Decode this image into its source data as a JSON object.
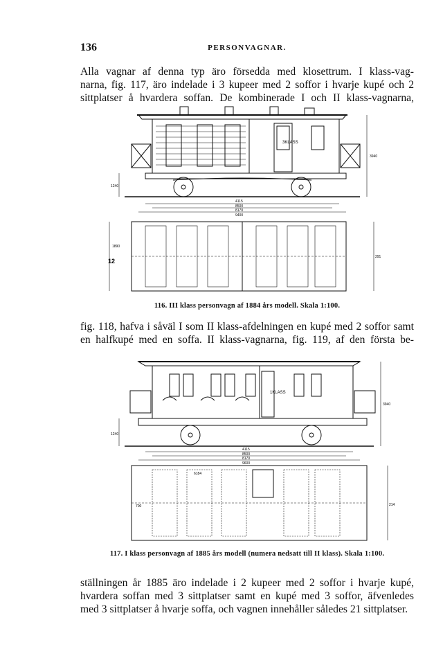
{
  "header": {
    "page_number": "136",
    "running_title": "PERSONVAGNAR."
  },
  "paragraph1": [
    "Alla vagnar af denna typ äro försedda med klosettrum.  I klass-vag-",
    "narna, fig. 117, äro indelade i 3 kupeer med 2 soffor i hvarje kupé och 2",
    "sittplatser å hvardera soffan.  De kombinerade I och II klass-vagnarna,"
  ],
  "figure1": {
    "caption": "116.  III klass personvagn af 1884 års modell.  Skala 1:100.",
    "labels": {
      "class_mark": "3KLASS",
      "dim_a": "4115",
      "dim_b": "8500",
      "dim_c": "8170",
      "dim_d": "9400",
      "side_height": "3940",
      "wheel_height": "1240",
      "plan_width": "2910",
      "plan_inner": "1890",
      "margin_number": "12"
    }
  },
  "paragraph2": [
    "fig. 118, hafva i såväl I som II klass-afdelningen en kupé med 2 soffor samt",
    "en halfkupé med en soffa.  II klass-vagnarna, fig. 119, af den första be-"
  ],
  "figure2": {
    "caption": "117.  I klass personvagn af 1885 års modell (numera nedsatt till II klass).  Skala 1:100.",
    "labels": {
      "class_mark": "1KLASS",
      "dim_a": "4115",
      "dim_b": "8500",
      "dim_c": "8170",
      "dim_d": "9600",
      "side_height": "3940",
      "wheel_height": "1240",
      "plan_width": "2140",
      "plan_dim": "700",
      "seat_dim": "6184"
    }
  },
  "paragraph3": [
    "ställningen år 1885 äro indelade i 2 kupeer med 2 soffor i hvarje kupé,",
    "hvardera soffan med 3 sittplatser samt en kupé med 3 soffor, äfvenledes",
    "med 3 sittplatser å hvarje soffa, och vagnen innehåller således 21 sittplatser."
  ]
}
